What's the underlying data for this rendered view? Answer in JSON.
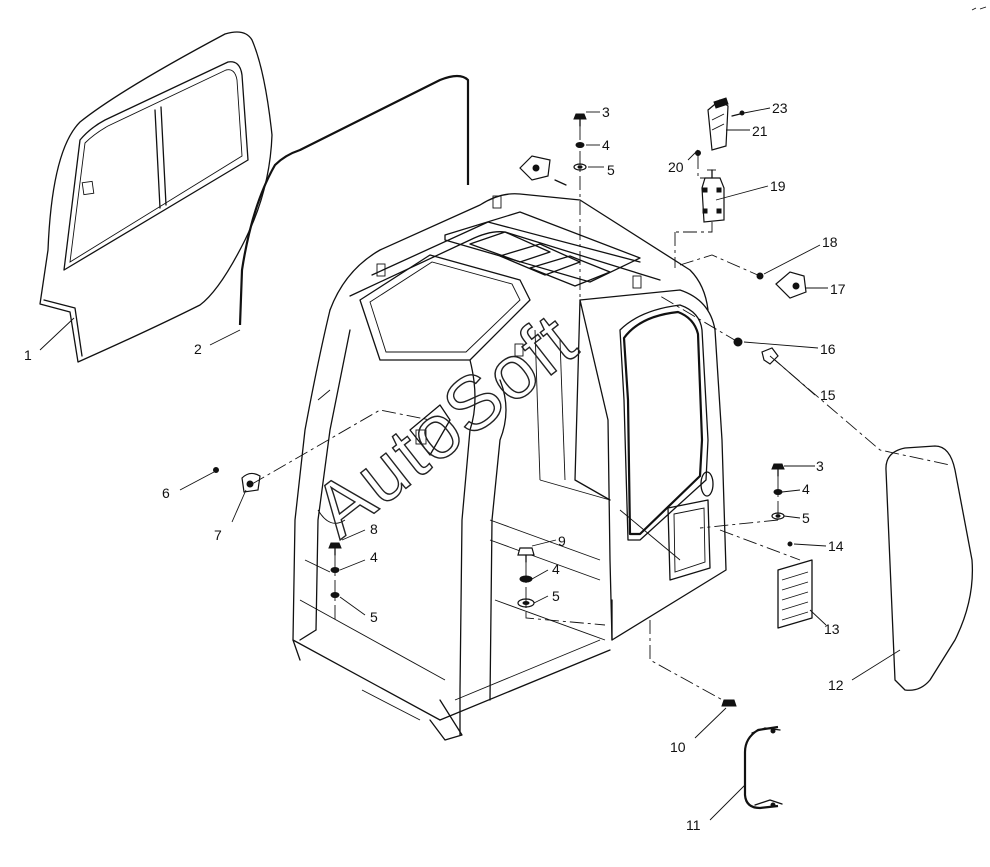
{
  "watermark": "AutoSoft",
  "callouts": [
    {
      "id": "c1",
      "text": "1"
    },
    {
      "id": "c2",
      "text": "2"
    },
    {
      "id": "c3a",
      "text": "3"
    },
    {
      "id": "c4a",
      "text": "4"
    },
    {
      "id": "c5a",
      "text": "5"
    },
    {
      "id": "c6",
      "text": "6"
    },
    {
      "id": "c7",
      "text": "7"
    },
    {
      "id": "c8",
      "text": "8"
    },
    {
      "id": "c4b",
      "text": "4"
    },
    {
      "id": "c5b",
      "text": "5"
    },
    {
      "id": "c9",
      "text": "9"
    },
    {
      "id": "c4c",
      "text": "4"
    },
    {
      "id": "c5c",
      "text": "5"
    },
    {
      "id": "c10",
      "text": "10"
    },
    {
      "id": "c11",
      "text": "11"
    },
    {
      "id": "c12",
      "text": "12"
    },
    {
      "id": "c13",
      "text": "13"
    },
    {
      "id": "c14",
      "text": "14"
    },
    {
      "id": "c3b",
      "text": "3"
    },
    {
      "id": "c4d",
      "text": "4"
    },
    {
      "id": "c5d",
      "text": "5"
    },
    {
      "id": "c15",
      "text": "15"
    },
    {
      "id": "c16",
      "text": "16"
    },
    {
      "id": "c17",
      "text": "17"
    },
    {
      "id": "c18",
      "text": "18"
    },
    {
      "id": "c19",
      "text": "19"
    },
    {
      "id": "c20",
      "text": "20"
    },
    {
      "id": "c21",
      "text": "21"
    },
    {
      "id": "c23",
      "text": "23"
    }
  ]
}
